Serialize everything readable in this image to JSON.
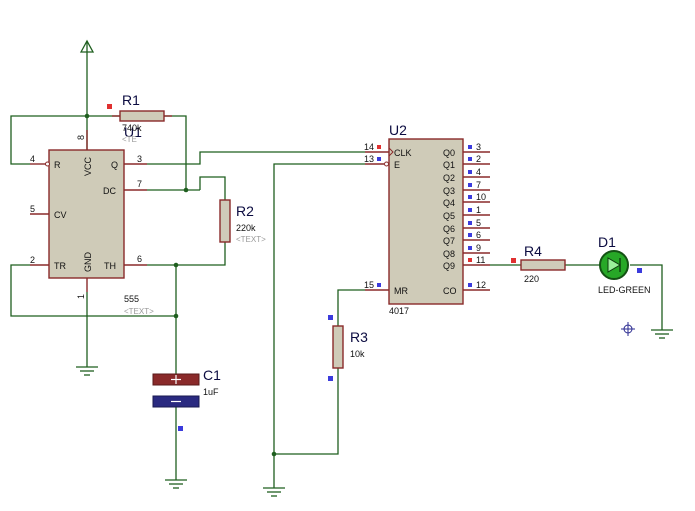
{
  "u1": {
    "ref": "U1",
    "value": "555",
    "text_placeholder": "<TEXT>",
    "pins": {
      "R": "R",
      "VCC": "VCC",
      "Q": "Q",
      "DC": "DC",
      "CV": "CV",
      "TR": "TR",
      "GND": "GND",
      "TH": "TH"
    },
    "pin_numbers": {
      "R": "4",
      "VCC": "8",
      "Q": "3",
      "DC": "7",
      "CV": "5",
      "TR": "2",
      "GND": "1",
      "TH": "6"
    }
  },
  "u2": {
    "ref": "U2",
    "value": "4017",
    "pins_left": [
      "CLK",
      "E",
      "MR"
    ],
    "pins_left_numbers": [
      "14",
      "13",
      "15"
    ],
    "pins_right": [
      "Q0",
      "Q1",
      "Q2",
      "Q3",
      "Q4",
      "Q5",
      "Q6",
      "Q7",
      "Q8",
      "Q9",
      "CO"
    ],
    "pins_right_numbers": [
      "3",
      "2",
      "4",
      "7",
      "10",
      "1",
      "5",
      "6",
      "9",
      "11",
      "12"
    ]
  },
  "r1": {
    "ref": "R1",
    "value": "740k",
    "text_placeholder": "<TE"
  },
  "r2": {
    "ref": "R2",
    "value": "220k",
    "text_placeholder": "<TEXT>"
  },
  "r3": {
    "ref": "R3",
    "value": "10k"
  },
  "r4": {
    "ref": "R4",
    "value": "220"
  },
  "c1": {
    "ref": "C1",
    "value": "1uF"
  },
  "d1": {
    "ref": "D1",
    "value": "LED-GREEN"
  },
  "colors": {
    "wire": "#1f5f1f",
    "component_outline": "#8a2a2a",
    "component_fill": "#cfcbb8",
    "pin_marker_blue": "#3b3bdc",
    "pin_marker_red": "#e03030",
    "led_green": "#22aa22"
  }
}
